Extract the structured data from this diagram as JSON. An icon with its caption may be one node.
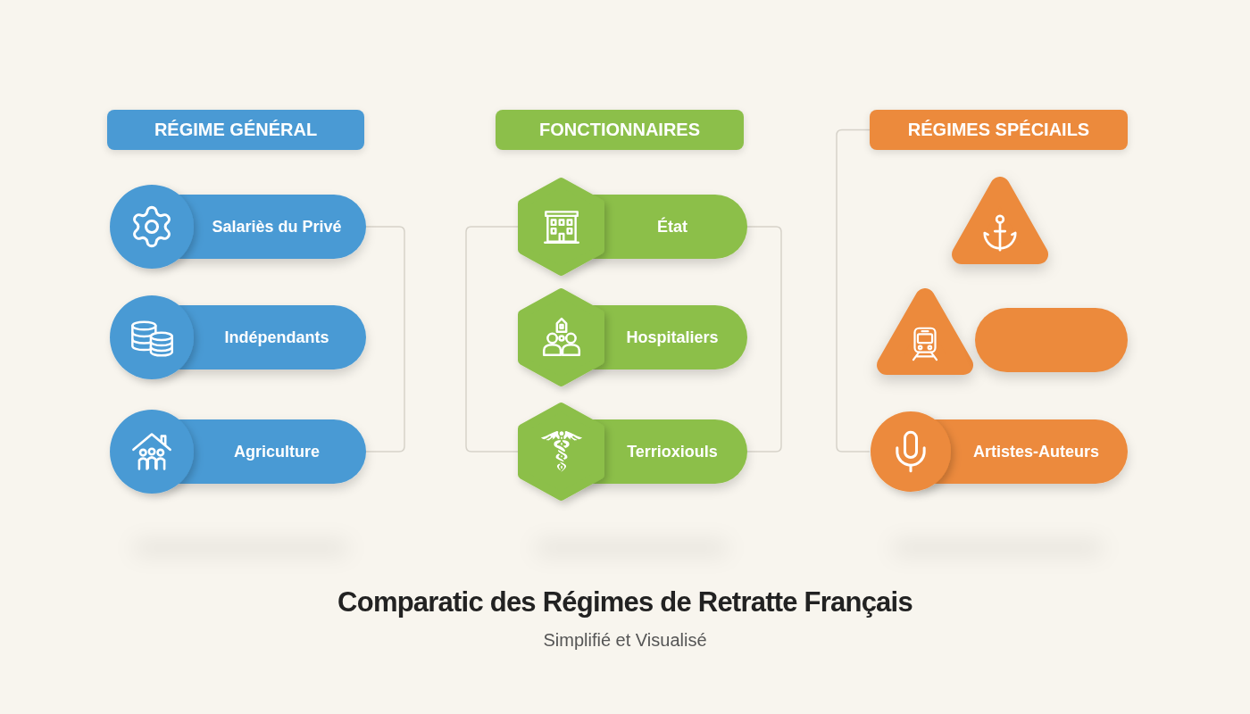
{
  "diagram": {
    "title": "Comparatic des Régimes de Retratte Français",
    "caption": "Simplifié et Visualisé",
    "nodes": [
      {
        "text": [
          "RÉGIME GÉNÉRAL"
        ]
      },
      {
        "text": [
          "Salariès du Privé"
        ]
      },
      {
        "text": [
          "Indépendants"
        ]
      },
      {
        "text": [
          "Agriculture"
        ]
      },
      {
        "text": [
          "FONCTIONNAIRES"
        ]
      },
      {
        "text": [
          "État"
        ]
      },
      {
        "text": [
          "Hospitaliers"
        ]
      },
      {
        "text": [
          "Terrioxiouls"
        ]
      },
      {
        "text": [
          "RÉGIMES SPÉCIAILS"
        ]
      },
      {
        "text": [],
        "shape": "triangle"
      },
      {
        "text": [],
        "shape": "triangle"
      },
      {
        "text": [],
        "shape": "box"
      },
      {
        "text": [
          "Artistes-Auteurs"
        ]
      }
    ],
    "edges": [
      {
        "from": 1,
        "to": 3,
        "arrow": "none"
      },
      {
        "from": 5,
        "to": 7,
        "arrow": "none"
      },
      {
        "from": 5,
        "to": 7,
        "arrow": "none"
      },
      {
        "from": 8,
        "to": 12,
        "arrow": "none"
      }
    ]
  }
}
